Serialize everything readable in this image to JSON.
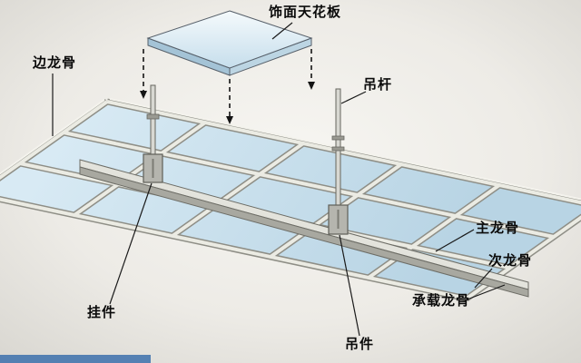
{
  "diagram": {
    "labels": {
      "finish_panel": "饰面天花板",
      "edge_runner": "边龙骨",
      "hanger_rod": "吊杆",
      "main_runner": "主龙骨",
      "cross_runner": "次龙骨",
      "carrying_runner": "承载龙骨",
      "clip": "挂件",
      "hanger": "吊件"
    },
    "colors": {
      "panel_blue": "#c9dfec",
      "background": "#eceae5",
      "watermark_bar": "#4173ad",
      "line_dark": "#8e8e86",
      "line_light": "#ebebe3"
    }
  }
}
